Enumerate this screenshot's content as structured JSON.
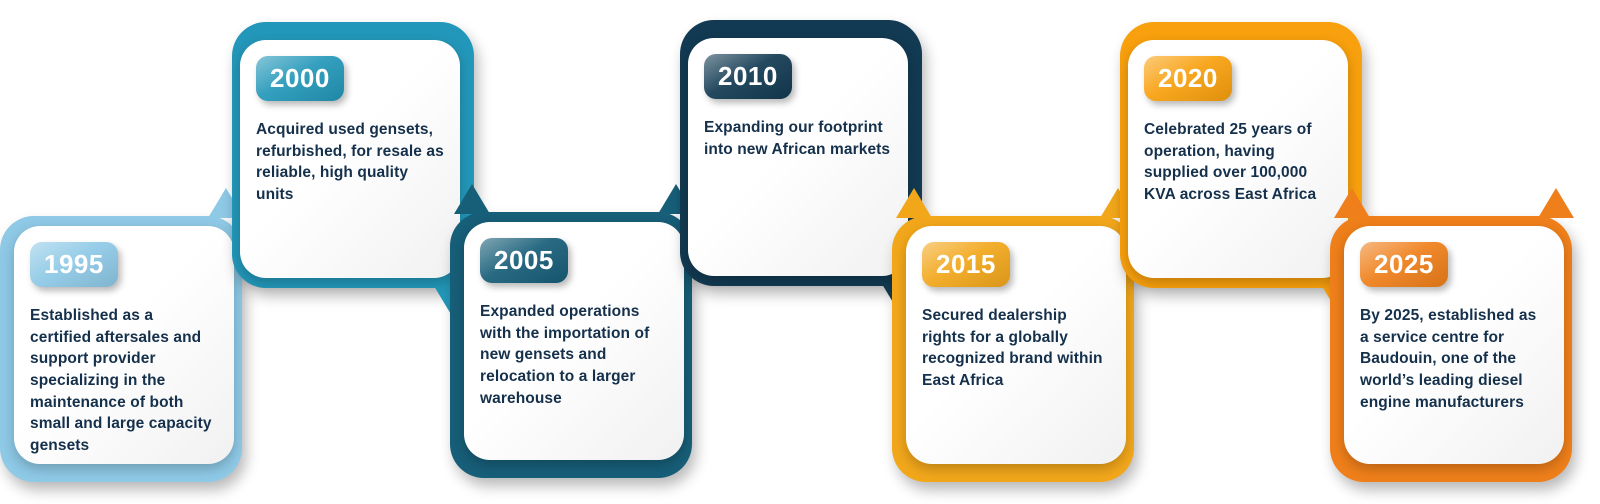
{
  "page": {
    "background": "#ffffff",
    "text_color": "#15304b",
    "description": "Company history timeline infographic with alternating milestone cards"
  },
  "timeline": {
    "items": [
      {
        "year": "1995",
        "text": "Established as a certified aftersales and support provider specializing in the maintenance of both small and large capacity gensets",
        "color": "#8ec9e6",
        "position": "lower"
      },
      {
        "year": "2000",
        "text": "Acquired used gensets, refurbished, for resale as reliable, high quality units",
        "color": "#2397b9",
        "position": "upper"
      },
      {
        "year": "2005",
        "text": "Expanded operations with the importation of new gensets and relocation to a larger warehouse",
        "color": "#175e78",
        "position": "lower"
      },
      {
        "year": "2010",
        "text": "Expanding our footprint into new African markets",
        "color": "#123a52",
        "position": "upper"
      },
      {
        "year": "2015",
        "text": "Secured dealership rights for a globally recognized brand within East Africa",
        "color": "#f2a71b",
        "position": "lower"
      },
      {
        "year": "2020",
        "text": "Celebrated 25 years of operation, having supplied over 100,000 KVA across East Africa",
        "color": "#f8a00d",
        "position": "upper"
      },
      {
        "year": "2025",
        "text": "By 2025, established as a service centre for Baudouin, one of the world’s leading diesel engine manufacturers",
        "color": "#ef7f1a",
        "position": "lower"
      }
    ]
  }
}
